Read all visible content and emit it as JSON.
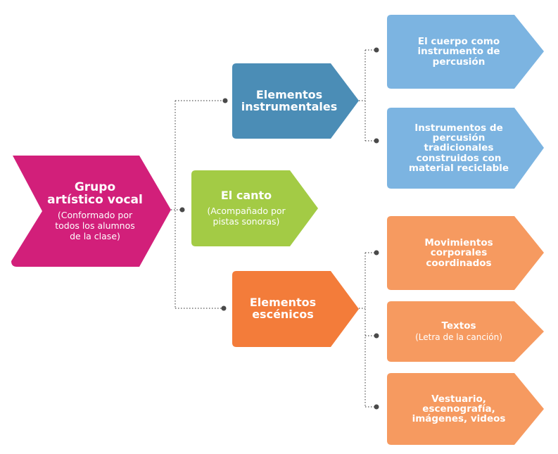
{
  "colors": {
    "root": "#d21f7a",
    "instrumentales": "#4b8db6",
    "canto": "#a3cb45",
    "escenicos": "#f37c3a",
    "leaf_blue": "#7cb4e1",
    "leaf_orange": "#f69a60",
    "connector": "#555555"
  },
  "root": {
    "title": "Grupo artístico vocal",
    "subtitle": "(Conformado por todos los alumnos de la clase)"
  },
  "branches": [
    {
      "title": "Elementos instrumentales",
      "subtitle": "",
      "children": [
        {
          "title": "El cuerpo como instrumento de percusión",
          "subtitle": ""
        },
        {
          "title": "Instrumentos de percusión tradicionales construidos con material reciclable",
          "subtitle": ""
        }
      ]
    },
    {
      "title": "El canto",
      "subtitle": "(Acompañado por pistas sonoras)",
      "children": []
    },
    {
      "title": "Elementos escénicos",
      "subtitle": "",
      "children": [
        {
          "title": "Movimientos corporales coordinados",
          "subtitle": ""
        },
        {
          "title": "Textos",
          "subtitle": "(Letra de la canción)"
        },
        {
          "title": "Vestuario, escenografía, imágenes, videos",
          "subtitle": ""
        }
      ]
    }
  ]
}
